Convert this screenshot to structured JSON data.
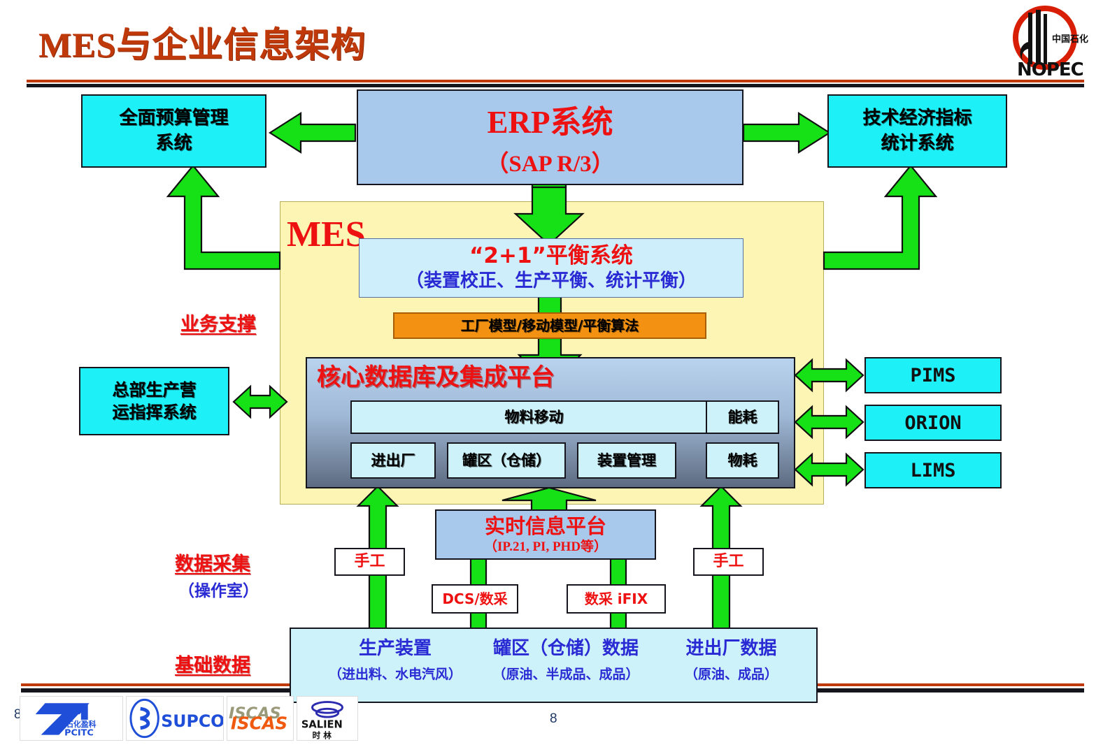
{
  "slide": {
    "title": "MES与企业信息架构",
    "page_number": "8",
    "page_number_corner": "8",
    "logo_brand": "SINOPEC",
    "logo_cn": "中国石化"
  },
  "section_labels": {
    "business_support": "业务支撑",
    "data_collection": "数据采集",
    "data_collection_sub": "（操作室）",
    "base_data": "基础数据"
  },
  "top": {
    "budget_system_line1": "全面预算管理",
    "budget_system_line2": "系统",
    "erp_title": "ERP系统",
    "erp_sub": "（SAP R/3）",
    "kpi_system_line1": "技术经济指标",
    "kpi_system_line2": "统计系统"
  },
  "mes": {
    "label": "MES",
    "balance_title": "“2+1”平衡系统",
    "balance_sub": "（装置校正、生产平衡、统计平衡）",
    "model_bar": "工厂模型/移动模型/平衡算法",
    "core_platform_title": "核心数据库及集成平台",
    "material_movement": "物料移动",
    "modules": [
      "进出厂",
      "罐区（仓储）",
      "装置管理"
    ],
    "side_modules": [
      "能耗",
      "物耗"
    ]
  },
  "left_side": {
    "hq_system_line1": "总部生产营",
    "hq_system_line2": "运指挥系统"
  },
  "right_side": {
    "systems": [
      "PIMS",
      "ORION",
      "LIMS"
    ]
  },
  "collection": {
    "manual_left": "手工",
    "manual_right": "手工",
    "rtdb_title": "实时信息平台",
    "rtdb_sub": "（IP.21, PI, PHD等）",
    "dcs": "DCS/数采",
    "ifix": "数采 iFIX"
  },
  "base_data_box": {
    "columns": [
      {
        "title": "生产装置",
        "sub": "（进出料、水电汽风）"
      },
      {
        "title": "罐区（仓储）数据",
        "sub": "（原油、半成品、成品）"
      },
      {
        "title": "进出厂数据",
        "sub": "（原油、成品）"
      }
    ]
  },
  "footer_logos": [
    {
      "name": "pcitc-logo",
      "text_cn": "石化盈科",
      "text_en": "PCITC"
    },
    {
      "name": "supcon-logo",
      "text_en": "SUPCON"
    },
    {
      "name": "iscas-logo",
      "text_en": "ISCAS"
    },
    {
      "name": "salien-logo",
      "text_en": "SALIEN",
      "text_cn": "时 林"
    }
  ],
  "colors": {
    "title_red": "#c0390b",
    "accent_red": "#ee1111",
    "accent_blue": "#2a2ad4",
    "cyan_box": "#1ef0f8",
    "light_blue_box": "#a8c8ec",
    "yellow_panel": "#fcf5b4",
    "orange_bar": "#f39212",
    "arrow_green": "#16e016"
  }
}
